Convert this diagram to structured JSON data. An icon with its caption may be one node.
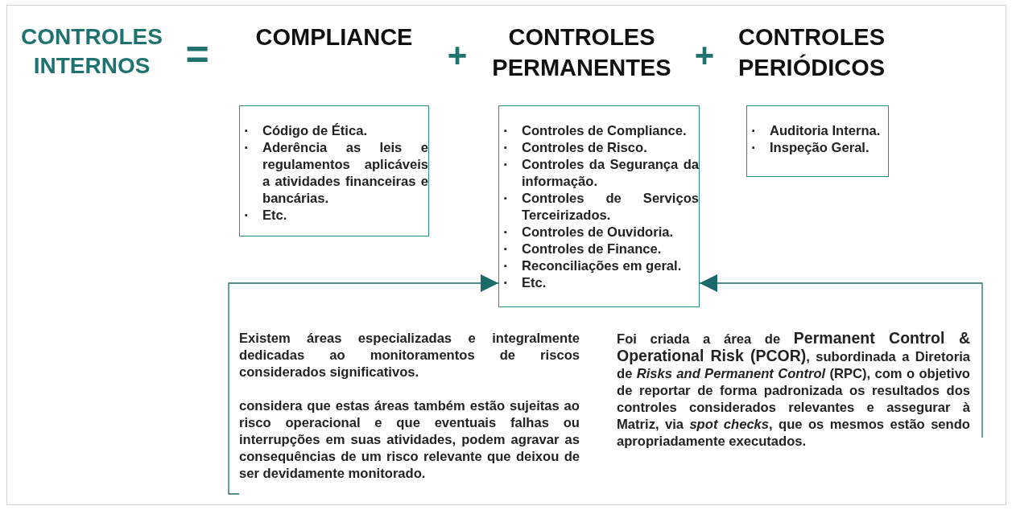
{
  "diagram": {
    "nodes": [
      {
        "text": [
          "▪ Código de Ética.",
          "▪ Aderência as leis e regulamentos aplicáveis a atividades financeiras e bancárias.",
          "▪ Etc."
        ]
      },
      {
        "text": [
          "▪ Controles de Compliance.",
          "▪ Controles de Risco.",
          "▪ Controles da Segurança da informação.",
          "▪ Controles de Serviços Terceirizados.",
          "▪ Controles de Ouvidoria.",
          "▪ Controles de Finance.",
          "▪ Reconciliações em geral.",
          "▪ Etc."
        ]
      },
      {
        "text": [
          "▪ Auditoria Interna.",
          "▪ Inspeção Geral."
        ]
      },
      {
        "text": [
          "Existem áreas especializadas e integralmente dedicadas ao monitoramentos de riscos considerados significativos.",
          "considera que estas áreas também estão sujeitas ao risco operacional e que eventuais falhas ou interrupções em suas atividades, podem agravar as consequências de um risco relevante que deixou de ser devidamente monitorado."
        ]
      },
      {
        "text": [
          "Foi criada a área de **Permanent Control & Operational Risk (PCOR)**, subordinada a Diretoria de *Risks and Permanent Control* (RPC), com o objetivo de reportar de forma padronizada os resultados dos controles considerados relevantes e assegurar à Matriz, via *spot checks*,  que os mesmos estão sendo apropriadamente executados."
        ]
      }
    ],
    "edges": [
      {
        "from": 3,
        "to": 1,
        "arrow": "to"
      },
      {
        "from": 4,
        "to": 1,
        "arrow": "to"
      }
    ],
    "labels": [
      "CONTROLES INTERNOS",
      "=",
      "COMPLIANCE",
      "+",
      "CONTROLES PERMANENTES",
      "+",
      "CONTROLES PERIÓDICOS"
    ]
  }
}
